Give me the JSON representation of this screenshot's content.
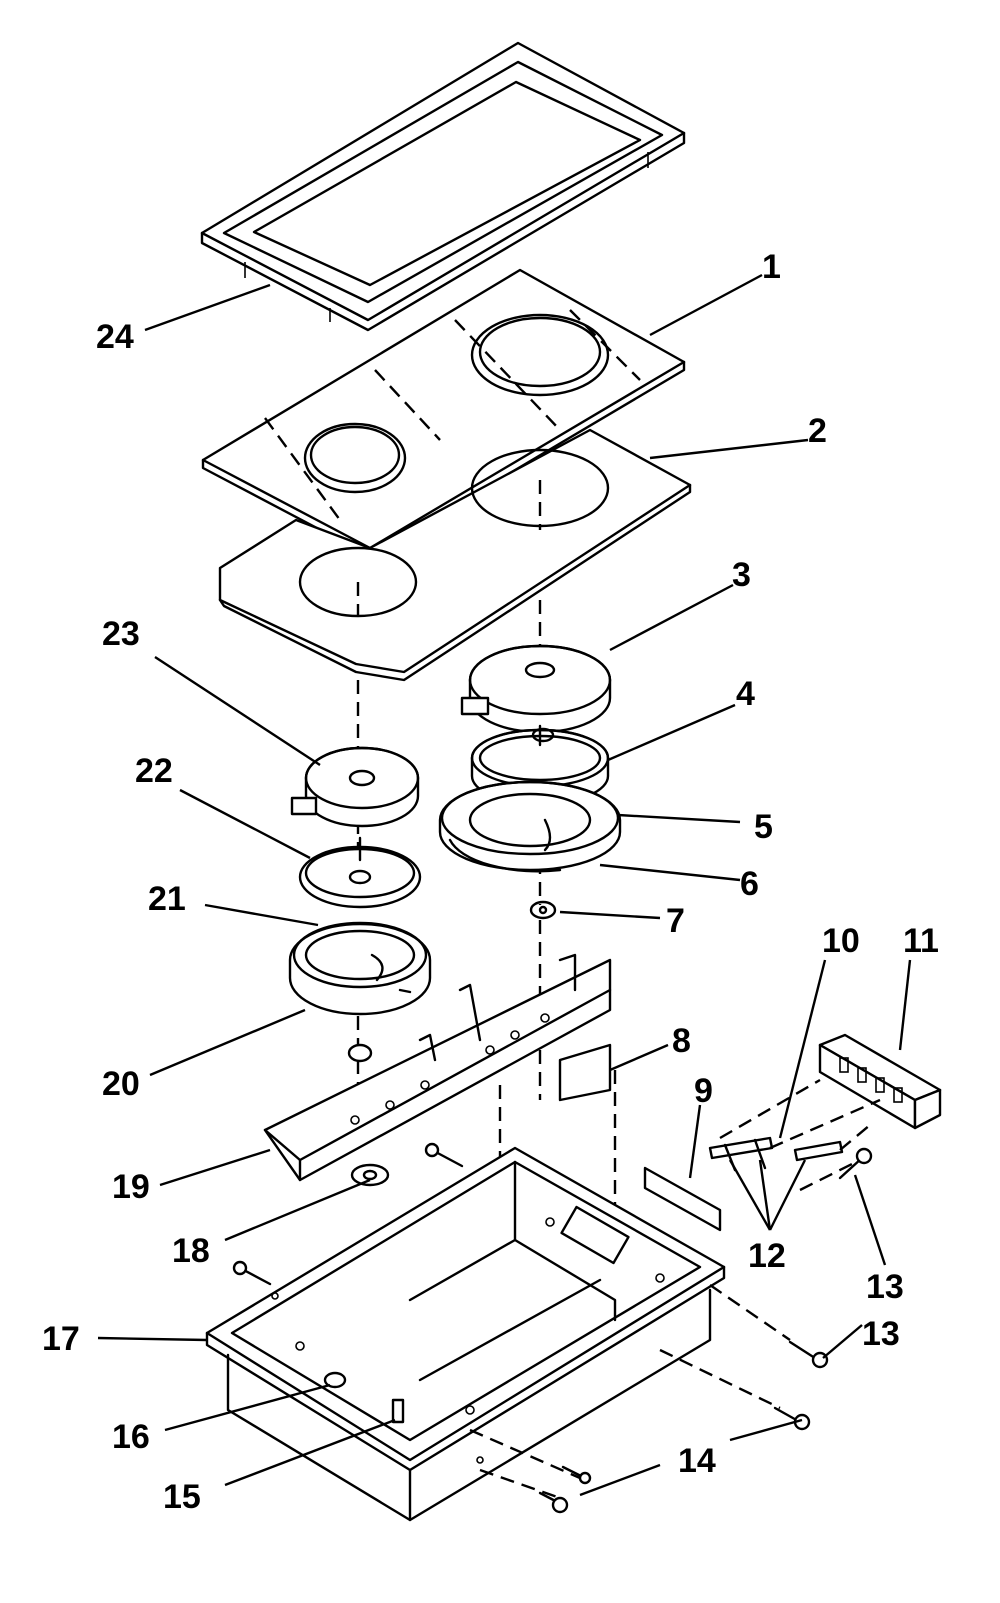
{
  "diagram": {
    "callouts": [
      "1",
      "2",
      "3",
      "4",
      "5",
      "6",
      "7",
      "8",
      "9",
      "10",
      "11",
      "12",
      "13",
      "13",
      "14",
      "15",
      "16",
      "17",
      "18",
      "19",
      "20",
      "21",
      "22",
      "23",
      "24"
    ]
  }
}
